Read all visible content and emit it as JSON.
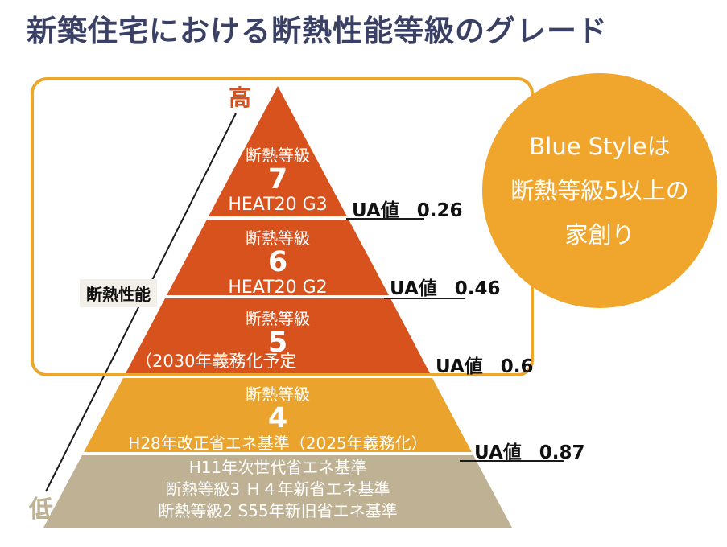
{
  "title": "新築住宅における断熱性能等級のグレード",
  "axis": {
    "high_label": "高",
    "low_label": "低",
    "performance_label": "断熱性能"
  },
  "pyramid": {
    "levels": [
      {
        "name_label": "断熱等級",
        "grade": "7",
        "sub_label": "HEAT20 G3",
        "color": "#d8521d",
        "ua": {
          "label": "UA値",
          "value": "0.26"
        }
      },
      {
        "name_label": "断熱等級",
        "grade": "6",
        "sub_label": "HEAT20 G2",
        "color": "#d8521d",
        "ua": {
          "label": "UA値",
          "value": "0.46"
        }
      },
      {
        "name_label": "断熱等級",
        "grade": "5",
        "sub_label": "（2030年義務化予定",
        "color": "#d8521d",
        "ua": {
          "label": "UA値",
          "value": "0.6"
        }
      },
      {
        "name_label": "断熱等級",
        "grade": "4",
        "sub_label": "H28年改正省エネ基準（2025年義務化）",
        "color": "#eaa42e",
        "ua": {
          "label": "UA値",
          "value": "0.87"
        }
      },
      {
        "lines": [
          "H11年次世代省エネ基準",
          "断熱等級3 Ｈ４年新省エネ基準",
          "断熱等級2 S55年新旧省エネ基準"
        ],
        "color": "#bfb294"
      }
    ]
  },
  "badge": {
    "lines": [
      "Blue Styleは",
      "断熱等級5以上の",
      "家創り"
    ],
    "color": "#f0a62c"
  },
  "colors": {
    "title": "#3b4164",
    "frame_border": "#eda62c",
    "axis_line": "#1a1a1a",
    "high_label": "#d8511d",
    "low_label": "#bfb294",
    "ua_text": "#111111"
  }
}
